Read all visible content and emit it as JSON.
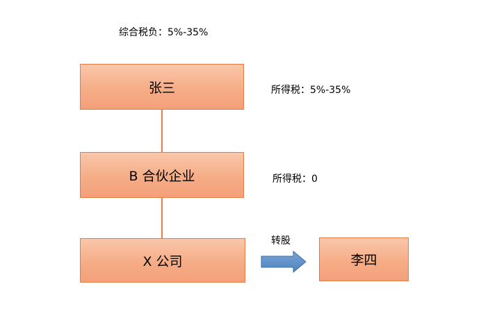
{
  "header_label": "综合税负：5%-35%",
  "nodes": {
    "zhangsan": "张三",
    "partnership": "B 合伙企业",
    "company": "X 公司",
    "lisi": "李四"
  },
  "annotations": {
    "zhangsan_tax": "所得税：5%-35%",
    "partnership_tax": "所得税：0",
    "transfer": "转股"
  },
  "colors": {
    "box_fill": "#f6ad86",
    "box_border": "#e87a43",
    "arrow_fill": "#4f81bd"
  }
}
